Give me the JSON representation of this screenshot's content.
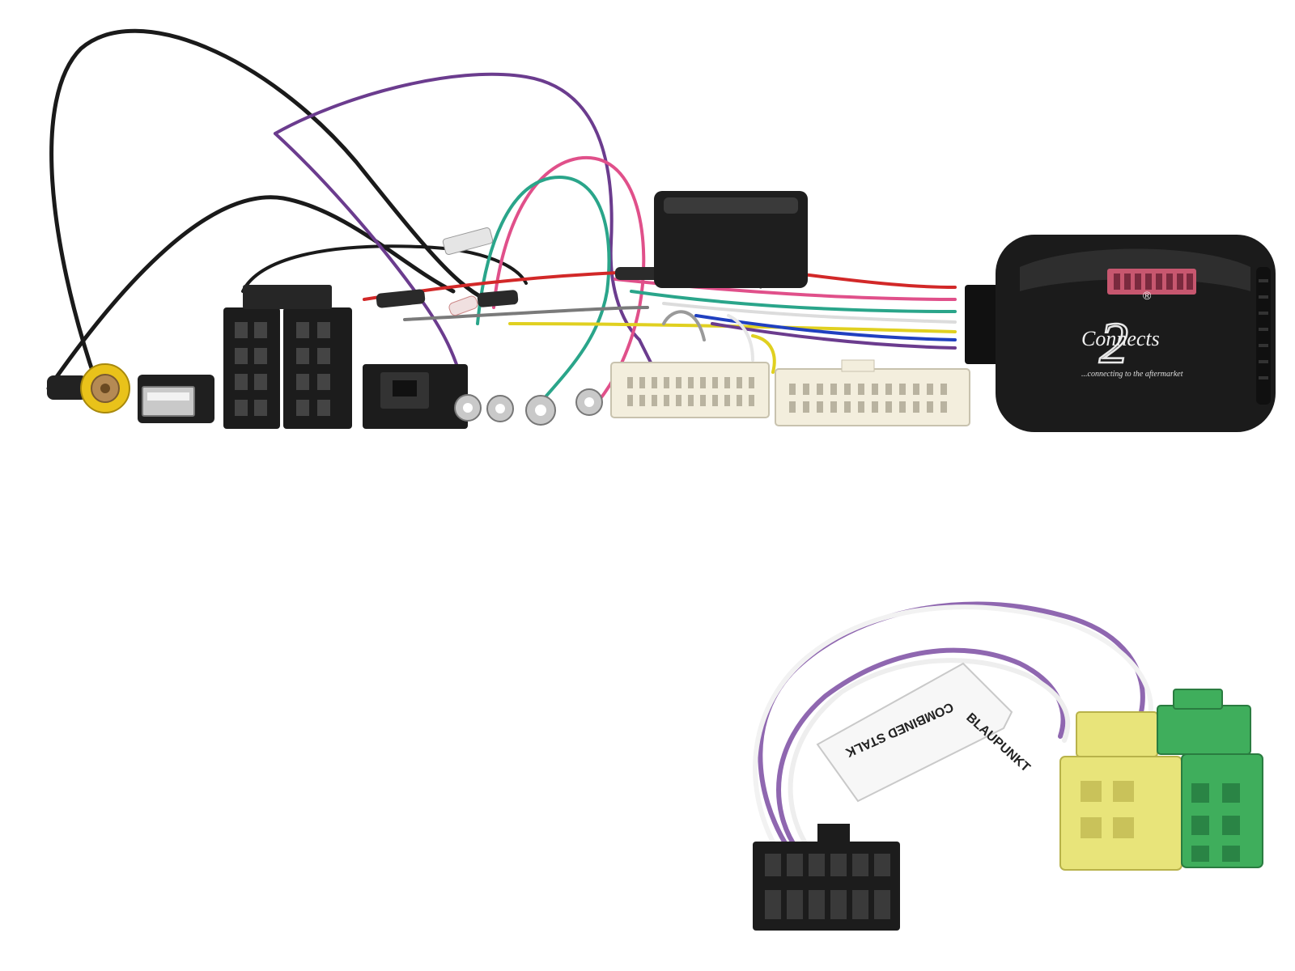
{
  "product": {
    "brand_digit": "2",
    "brand_wordmark": "Connects",
    "brand_registered": "®",
    "tagline": "...connecting to the aftermarket"
  },
  "adapter_tag": {
    "line1": "BLAUPUNKT",
    "line2": "COMBINED STALK"
  },
  "colors": {
    "black_wire": "#1a1a1a",
    "purple_wire": "#6b3c8e",
    "pink_wire": "#e0508a",
    "green_wire": "#2aa58a",
    "red_wire": "#d22828",
    "white_wire": "#f2f2f2",
    "yellow_wire": "#e0d020",
    "blue_wire": "#2040c0",
    "plug_cream": "#f3eedd",
    "iso_yellow": "#e8e47a",
    "iso_green": "#3fae5c",
    "rca_yellow": "#e9c21a"
  }
}
